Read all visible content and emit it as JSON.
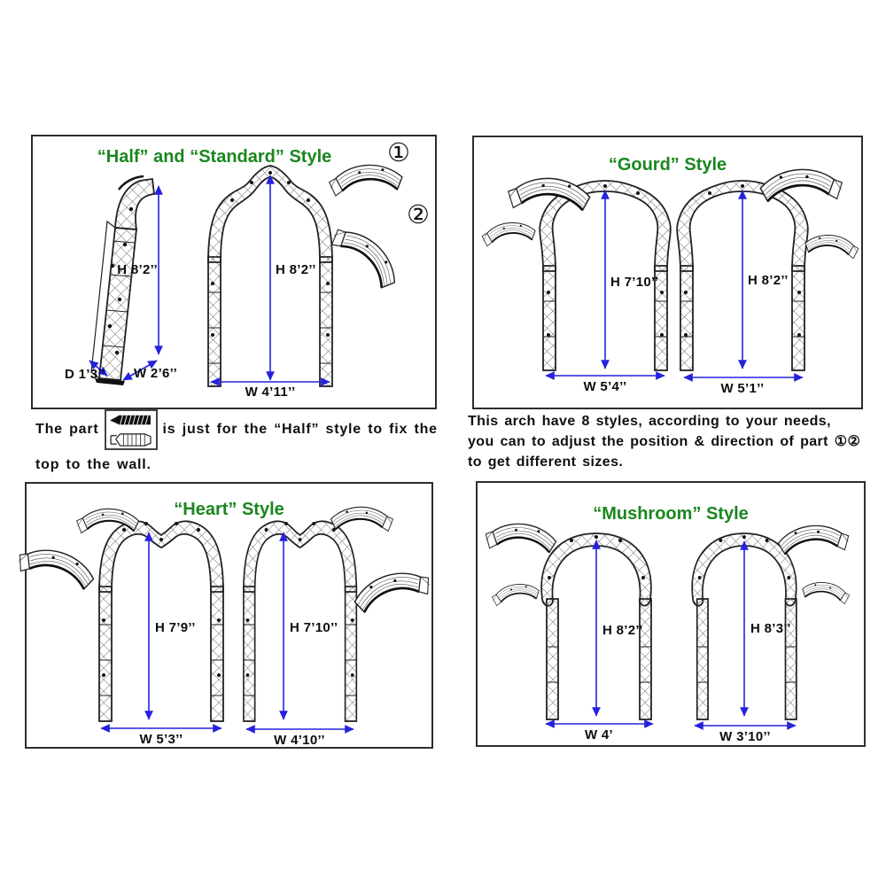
{
  "page": {
    "background": "#ffffff"
  },
  "colors": {
    "title_green": "#1a871e",
    "dimension_blue": "#2522dd",
    "line_art": "#222222"
  },
  "panel_half_standard": {
    "title": "“Half” and “Standard” Style",
    "part1_badge": "①",
    "part2_badge": "②",
    "half": {
      "height": "H 8’2’’",
      "depth": "D 1’3’’",
      "width": "W 2’6’’"
    },
    "standard": {
      "height": "H 8’2’’",
      "width": "W 4’11’’"
    }
  },
  "panel_gourd": {
    "title": "“Gourd” Style",
    "left": {
      "height": "H 7’10’’",
      "width": "W 5’4’’"
    },
    "right": {
      "height": "H 8’2’’",
      "width": "W 5’1’’"
    }
  },
  "panel_heart": {
    "title": "“Heart” Style",
    "left": {
      "height": "H 7’9’’",
      "width": "W 5’3’’"
    },
    "right": {
      "height": "H 7’10’’",
      "width": "W 4’10’’"
    }
  },
  "panel_mushroom": {
    "title": "“Mushroom” Style",
    "left": {
      "height": "H 8’2’’",
      "width": "W 4’"
    },
    "right": {
      "height": "H 8’3’’",
      "width": "W 3’10’’"
    }
  },
  "note_half": {
    "text_before_icon": "The part",
    "text_after_icon": "is just for the “Half” style to fix the",
    "line2": "top to the wall.",
    "icon": "screw-and-wall-anchor"
  },
  "note_styles": {
    "line1": "This arch have 8 styles, according to your needs,",
    "line2": "you can to adjust the position & direction of part ①②",
    "line3": "to get different sizes."
  }
}
